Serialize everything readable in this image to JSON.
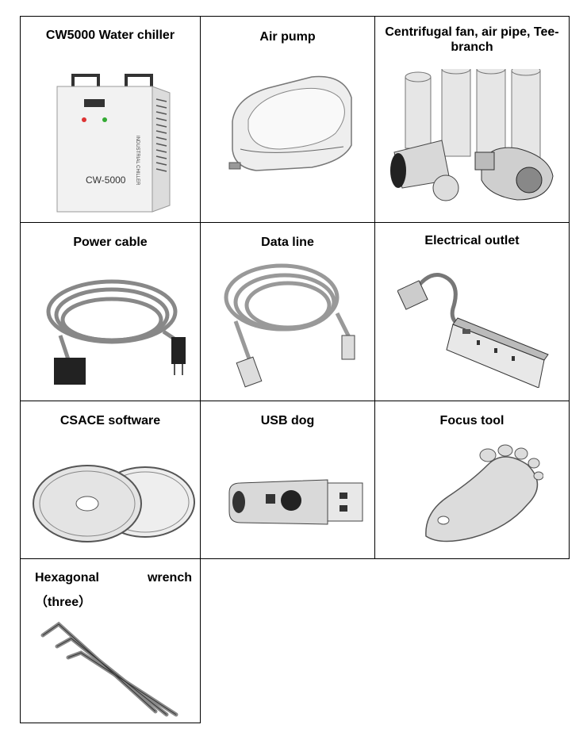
{
  "items": [
    {
      "label": "CW5000 Water chiller",
      "badge": "CW-5000",
      "side_text": "INDUSTRIAL CHILLER"
    },
    {
      "label": "Air pump"
    },
    {
      "label": "Centrifugal fan, air pipe, Tee-branch"
    },
    {
      "label": "Power cable"
    },
    {
      "label": "Data line"
    },
    {
      "label": "Electrical outlet"
    },
    {
      "label": "CSACE software"
    },
    {
      "label": "USB dog"
    },
    {
      "label": "Focus tool"
    },
    {
      "label_line1": "Hexagonal wrench",
      "label_line2": "（three）"
    }
  ]
}
